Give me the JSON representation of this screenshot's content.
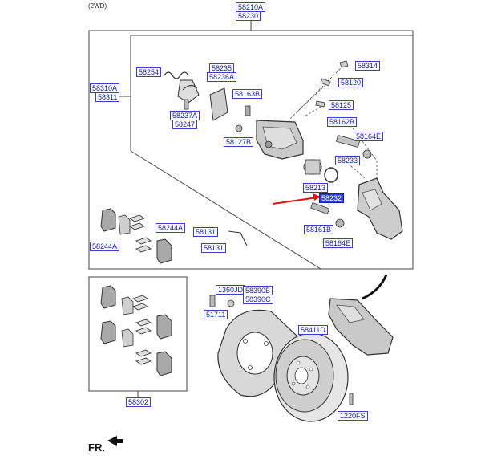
{
  "header": {
    "variant": "(2WD)"
  },
  "labels": {
    "l58210A": "58210A",
    "l58230": "58230",
    "l58310A": "58310A",
    "l58311": "58311",
    "l58254": "58254",
    "l58235": "58235",
    "l58236A": "58236A",
    "l58237A": "58237A",
    "l58247": "58247",
    "l58163B": "58163B",
    "l58127B": "58127B",
    "l58314": "58314",
    "l58120": "58120",
    "l58125": "58125",
    "l58162B": "58162B",
    "l58164E_top": "58164E",
    "l58233": "58233",
    "l58213": "58213",
    "l58232": "58232",
    "l58161B": "58161B",
    "l58164E_bot": "58164E",
    "l58244A_1": "58244A",
    "l58244A_2": "58244A",
    "l58131_1": "58131",
    "l58131_2": "58131",
    "l1360JD": "1360JD",
    "l58390B": "58390B",
    "l58390C": "58390C",
    "l51711": "51711",
    "l58411D": "58411D",
    "l58302": "58302",
    "l1220FS": "1220FS"
  },
  "highlight": {
    "part": "58232",
    "arrow_color": "#e01010"
  },
  "footer": {
    "direction": "FR."
  }
}
